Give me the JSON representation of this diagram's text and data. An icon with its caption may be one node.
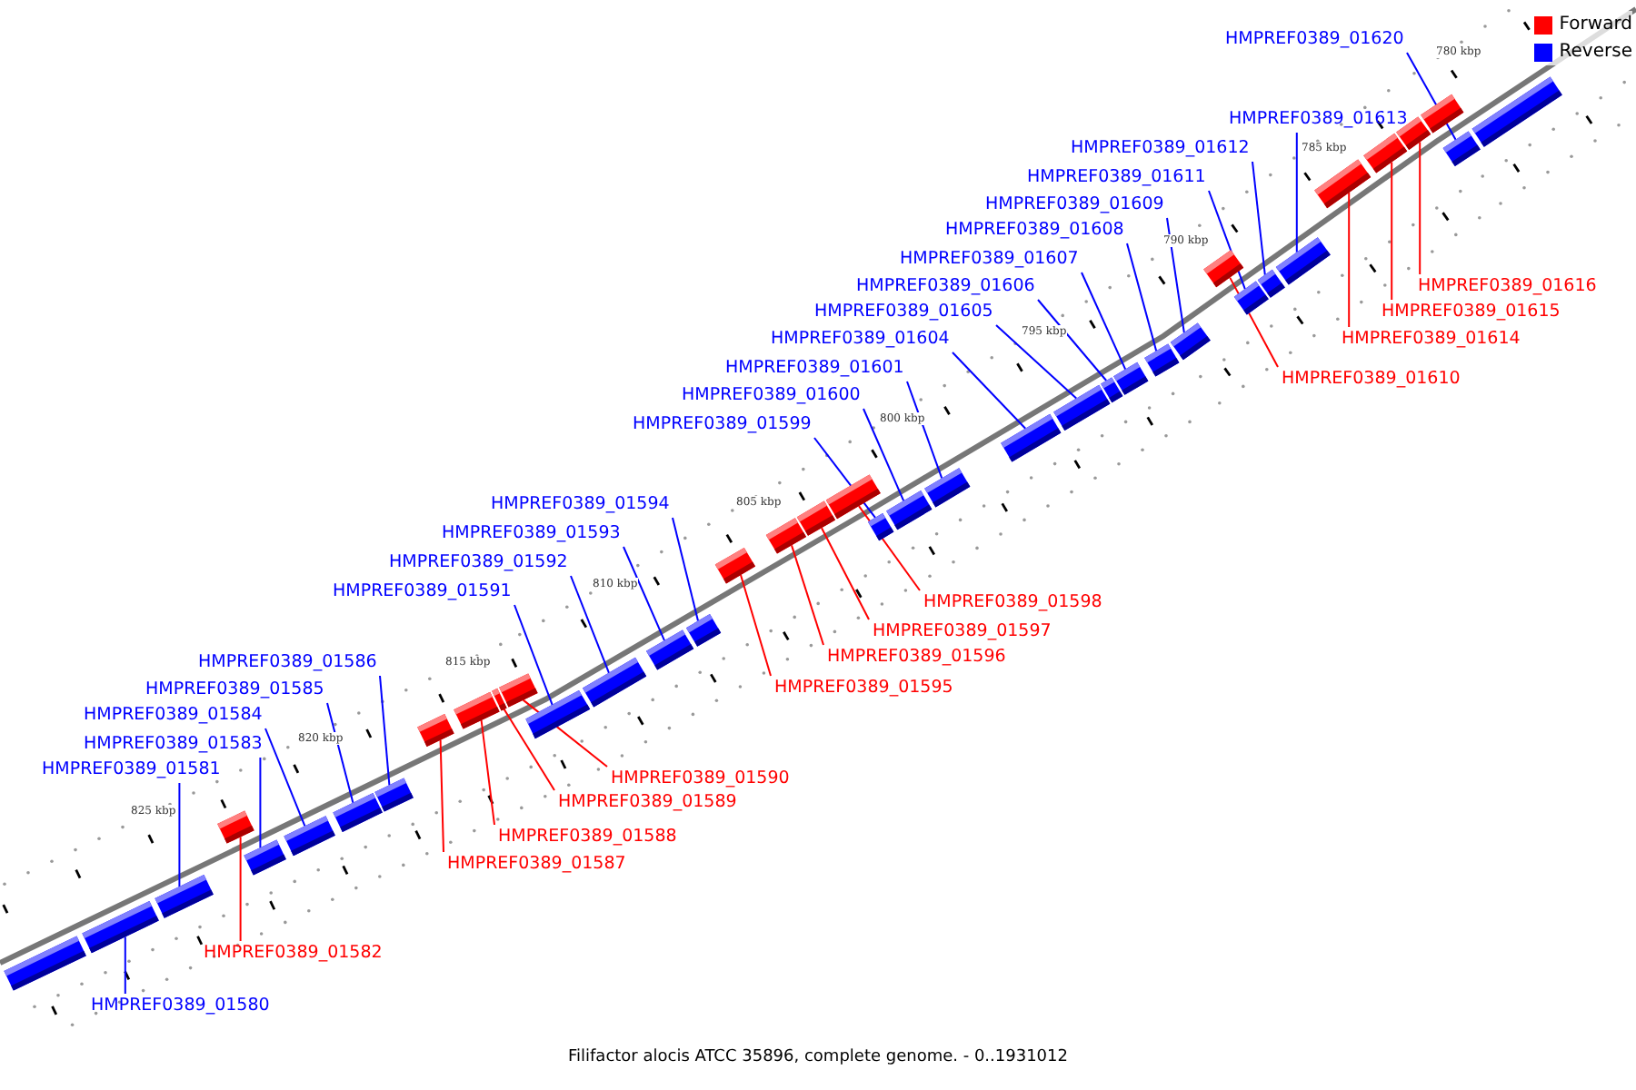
{
  "diagram": {
    "caption": "Filifactor alocis ATCC 35896, complete genome. - 0..1931012",
    "nodes": [
      {
        "text": [
          "HMPREF0389_01620"
        ]
      },
      {
        "text": [
          "HMPREF0389_01613"
        ]
      },
      {
        "text": [
          "HMPREF0389_01612"
        ]
      },
      {
        "text": [
          "HMPREF0389_01611"
        ]
      },
      {
        "text": [
          "HMPREF0389_01609"
        ]
      },
      {
        "text": [
          "HMPREF0389_01608"
        ]
      },
      {
        "text": [
          "HMPREF0389_01607"
        ]
      },
      {
        "text": [
          "HMPREF0389_01616"
        ]
      },
      {
        "text": [
          "HMPREF0389_01606"
        ]
      },
      {
        "text": [
          "HMPREF0389_01615"
        ]
      },
      {
        "text": [
          "HMPREF0389_01605"
        ]
      },
      {
        "text": [
          "HMPREF0389_01614"
        ]
      },
      {
        "text": [
          "HMPREF0389_01604"
        ]
      },
      {
        "text": [
          "HMPREF0389_01601"
        ]
      },
      {
        "text": [
          "HMPREF0389_01610"
        ]
      },
      {
        "text": [
          "HMPREF0389_01600"
        ]
      },
      {
        "text": [
          "HMPREF0389_01599"
        ]
      },
      {
        "text": [
          "HMPREF0389_01594"
        ]
      },
      {
        "text": [
          "HMPREF0389_01593"
        ]
      },
      {
        "text": [
          "HMPREF0389_01592"
        ]
      },
      {
        "text": [
          "HMPREF0389_01591"
        ]
      },
      {
        "text": [
          "HMPREF0389_01598"
        ]
      },
      {
        "text": [
          "HMPREF0389_01597"
        ]
      },
      {
        "text": [
          "HMPREF0389_01596"
        ]
      },
      {
        "text": [
          "HMPREF0389_01586"
        ]
      },
      {
        "text": [
          "HMPREF0389_01595"
        ]
      },
      {
        "text": [
          "HMPREF0389_01585"
        ]
      },
      {
        "text": [
          "HMPREF0389_01584"
        ]
      },
      {
        "text": [
          "HMPREF0389_01583"
        ]
      },
      {
        "text": [
          "HMPREF0389_01581"
        ]
      },
      {
        "text": [
          "HMPREF0389_01590"
        ]
      },
      {
        "text": [
          "HMPREF0389_01589"
        ]
      },
      {
        "text": [
          "HMPREF0389_01588"
        ]
      },
      {
        "text": [
          "HMPREF0389_01587"
        ]
      },
      {
        "text": [
          "HMPREF0389_01582"
        ]
      },
      {
        "text": [
          "HMPREF0389_01580"
        ]
      },
      {
        "text": [],
        "shape": "box"
      },
      {
        "text": [],
        "shape": "box"
      },
      {
        "text": [],
        "shape": "box"
      },
      {
        "text": [],
        "shape": "box"
      },
      {
        "text": [],
        "shape": "box"
      },
      {
        "text": [],
        "shape": "box"
      },
      {
        "text": [],
        "shape": "box"
      },
      {
        "text": [],
        "shape": "box"
      },
      {
        "text": [],
        "shape": "box"
      },
      {
        "text": [],
        "shape": "box"
      },
      {
        "text": [],
        "shape": "box"
      },
      {
        "text": [],
        "shape": "box"
      },
      {
        "text": [],
        "shape": "box"
      },
      {
        "text": [],
        "shape": "box"
      },
      {
        "text": [],
        "shape": "box"
      },
      {
        "text": [],
        "shape": "box"
      },
      {
        "text": [],
        "shape": "box"
      },
      {
        "text": [],
        "shape": "box"
      },
      {
        "text": [],
        "shape": "box"
      },
      {
        "text": [],
        "shape": "box"
      },
      {
        "text": [],
        "shape": "box"
      },
      {
        "text": [],
        "shape": "box"
      },
      {
        "text": [],
        "shape": "box"
      },
      {
        "text": [],
        "shape": "box"
      },
      {
        "text": [],
        "shape": "box"
      },
      {
        "text": [],
        "shape": "box"
      },
      {
        "text": [],
        "shape": "box"
      },
      {
        "text": [],
        "shape": "box"
      },
      {
        "text": [],
        "shape": "box"
      },
      {
        "text": [],
        "shape": "box"
      },
      {
        "text": [],
        "shape": "box"
      },
      {
        "text": [],
        "shape": "box"
      },
      {
        "text": [],
        "shape": "box"
      },
      {
        "text": [],
        "shape": "box"
      },
      {
        "text": [],
        "shape": "box"
      },
      {
        "text": [],
        "shape": "box"
      },
      {
        "text": [],
        "shape": "box"
      },
      {
        "text": [],
        "shape": "box"
      },
      {
        "text": [],
        "shape": "box"
      }
    ],
    "edges": [
      {
        "from": 0,
        "to": 72,
        "arrow": "none"
      },
      {
        "from": 1,
        "to": 68,
        "arrow": "none"
      },
      {
        "from": 2,
        "to": 67,
        "arrow": "none"
      },
      {
        "from": 3,
        "to": 66,
        "arrow": "none"
      },
      {
        "from": 4,
        "to": 64,
        "arrow": "none"
      },
      {
        "from": 5,
        "to": 63,
        "arrow": "none"
      },
      {
        "from": 6,
        "to": 62,
        "arrow": "none"
      },
      {
        "from": 7,
        "to": 71,
        "arrow": "none",
        "color": "#ff0000"
      },
      {
        "from": 8,
        "to": 61,
        "arrow": "none"
      },
      {
        "from": 9,
        "to": 70,
        "arrow": "none",
        "color": "#ff0000"
      },
      {
        "from": 10,
        "to": 60,
        "arrow": "none"
      },
      {
        "from": 11,
        "to": 69,
        "arrow": "none",
        "color": "#ff0000"
      },
      {
        "from": 12,
        "to": 59,
        "arrow": "none"
      },
      {
        "from": 13,
        "to": 58,
        "arrow": "none"
      },
      {
        "from": 14,
        "to": 65,
        "arrow": "none",
        "color": "#ff0000"
      },
      {
        "from": 15,
        "to": 57,
        "arrow": "none"
      },
      {
        "from": 16,
        "to": 56,
        "arrow": "none"
      },
      {
        "from": 17,
        "to": 51,
        "arrow": "none"
      },
      {
        "from": 18,
        "to": 50,
        "arrow": "none"
      },
      {
        "from": 19,
        "to": 49,
        "arrow": "none"
      },
      {
        "from": 20,
        "to": 48,
        "arrow": "none"
      },
      {
        "from": 21,
        "to": 55,
        "arrow": "none",
        "color": "#ff0000"
      },
      {
        "from": 22,
        "to": 54,
        "arrow": "none",
        "color": "#ff0000"
      },
      {
        "from": 23,
        "to": 53,
        "arrow": "none",
        "color": "#ff0000"
      },
      {
        "from": 24,
        "to": 43,
        "arrow": "none"
      },
      {
        "from": 25,
        "to": 52,
        "arrow": "none",
        "color": "#ff0000"
      },
      {
        "from": 26,
        "to": 42,
        "arrow": "none"
      },
      {
        "from": 27,
        "to": 41,
        "arrow": "none"
      },
      {
        "from": 28,
        "to": 40,
        "arrow": "none"
      },
      {
        "from": 29,
        "to": 38,
        "arrow": "none"
      },
      {
        "from": 30,
        "to": 47,
        "arrow": "none",
        "color": "#ff0000"
      },
      {
        "from": 31,
        "to": 46,
        "arrow": "none",
        "color": "#ff0000"
      },
      {
        "from": 32,
        "to": 45,
        "arrow": "none",
        "color": "#ff0000"
      },
      {
        "from": 33,
        "to": 44,
        "arrow": "none",
        "color": "#ff0000"
      },
      {
        "from": 34,
        "to": 39,
        "arrow": "none",
        "color": "#ff0000"
      },
      {
        "from": 35,
        "to": 37,
        "arrow": "none"
      }
    ],
    "labels": [
      "780 kbp",
      "785 kbp",
      "790 kbp",
      "795 kbp",
      "800 kbp",
      "805 kbp",
      "810 kbp",
      "815 kbp",
      "820 kbp",
      "825 kbp"
    ],
    "legend": [
      {
        "text": "Forward",
        "color": "#ff0000"
      },
      {
        "text": "Reverse",
        "color": "#0000ff"
      }
    ]
  }
}
